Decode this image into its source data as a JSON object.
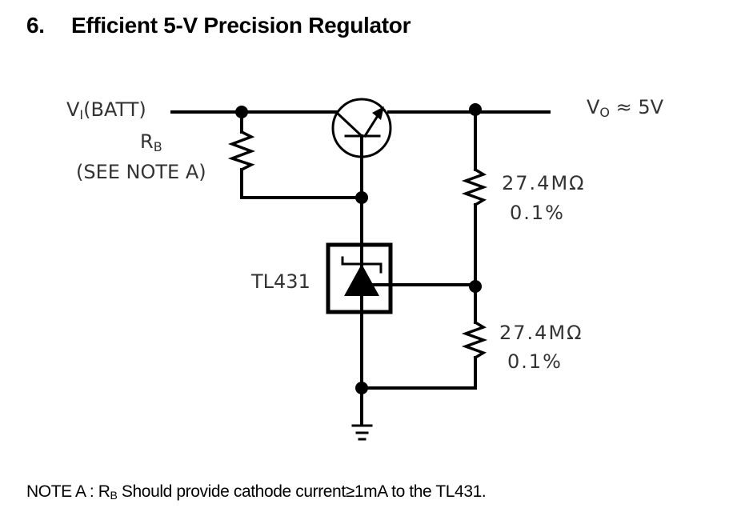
{
  "title": {
    "number": "6.",
    "text": "Efficient 5-V Precision Regulator"
  },
  "labels": {
    "vin": {
      "main": "V",
      "sub": "I",
      "suffix": "(BATT)"
    },
    "rb": {
      "main": "R",
      "sub": "B"
    },
    "rb_note": "(SEE NOTE A)",
    "vout": {
      "main": "V",
      "sub": "O",
      "suffix": " ≈  5V"
    },
    "ic": "TL431",
    "r_top": {
      "value": "27.4MΩ",
      "tolerance": "0.1%"
    },
    "r_bottom": {
      "value": "27.4MΩ",
      "tolerance": "0.1%"
    }
  },
  "note": {
    "prefix": "NOTE A : R",
    "sub": "B",
    "text": " Should provide cathode current≥1mA to the TL431."
  },
  "components": [
    {
      "id": "RB",
      "type": "resistor"
    },
    {
      "id": "Q1",
      "type": "npn-transistor"
    },
    {
      "id": "U1",
      "type": "shunt-regulator",
      "part": "TL431"
    },
    {
      "id": "R1",
      "type": "resistor",
      "value": "27.4MΩ",
      "tolerance": "0.1%"
    },
    {
      "id": "R2",
      "type": "resistor",
      "value": "27.4MΩ",
      "tolerance": "0.1%"
    },
    {
      "id": "GND",
      "type": "ground"
    }
  ]
}
